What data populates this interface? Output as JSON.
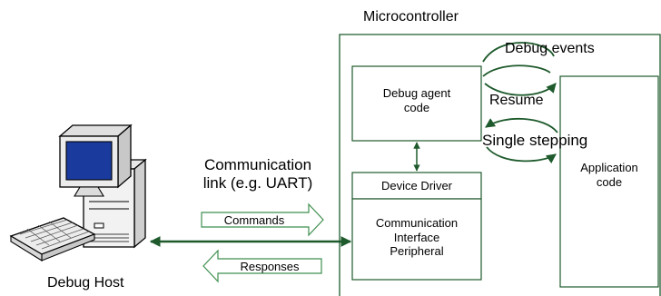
{
  "diagram": {
    "microcontroller_label": "Microcontroller",
    "debug_agent_label": "Debug agent\ncode",
    "application_label": "Application\ncode",
    "device_driver_label": "Device Driver",
    "comm_peripheral_label": "Communication\nInterface\nPeripheral",
    "comm_link_label": "Communication\nlink (e.g. UART)",
    "commands_label": "Commands",
    "responses_label": "Responses",
    "debug_host_label": "Debug Host",
    "debug_events_label": "Debug events",
    "resume_label": "Resume",
    "single_stepping_label": "Single stepping",
    "colors": {
      "arrow_green": "#1e5a2c",
      "block_arrow_stroke": "#3f8f4f"
    }
  }
}
